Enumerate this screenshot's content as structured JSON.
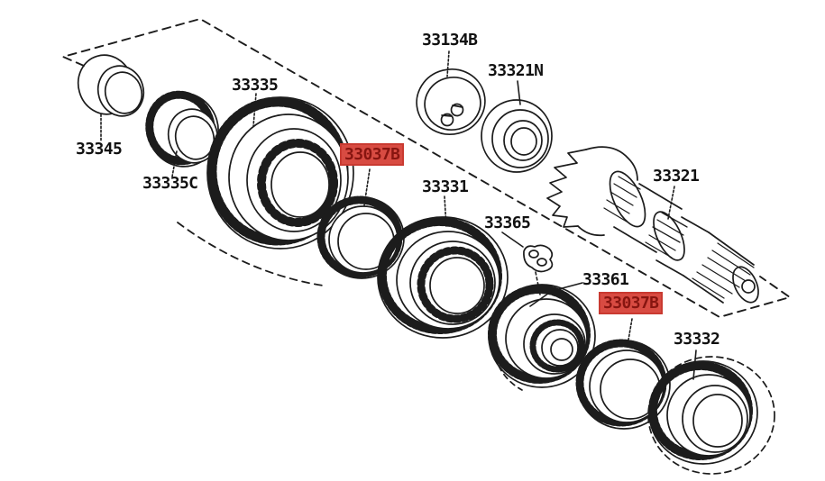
{
  "diagram": {
    "type": "exploded-parts-diagram",
    "description": "Transmission output shaft gear assembly exploded view",
    "line_color": "#1c1c1c",
    "background_color": "#ffffff",
    "highlight": {
      "background": "#d84b42",
      "border": "#c93a31",
      "text_color": "#871510"
    },
    "labels": [
      {
        "part_number": "33345",
        "highlighted": false
      },
      {
        "part_number": "33335C",
        "highlighted": false
      },
      {
        "part_number": "33335",
        "highlighted": false
      },
      {
        "part_number": "33037B",
        "highlighted": true
      },
      {
        "part_number": "33331",
        "highlighted": false
      },
      {
        "part_number": "33134B",
        "highlighted": false
      },
      {
        "part_number": "33321N",
        "highlighted": false
      },
      {
        "part_number": "33365",
        "highlighted": false
      },
      {
        "part_number": "33321",
        "highlighted": false
      },
      {
        "part_number": "33361",
        "highlighted": false
      },
      {
        "part_number": "33037B",
        "highlighted": true
      },
      {
        "part_number": "33332",
        "highlighted": false
      }
    ]
  }
}
